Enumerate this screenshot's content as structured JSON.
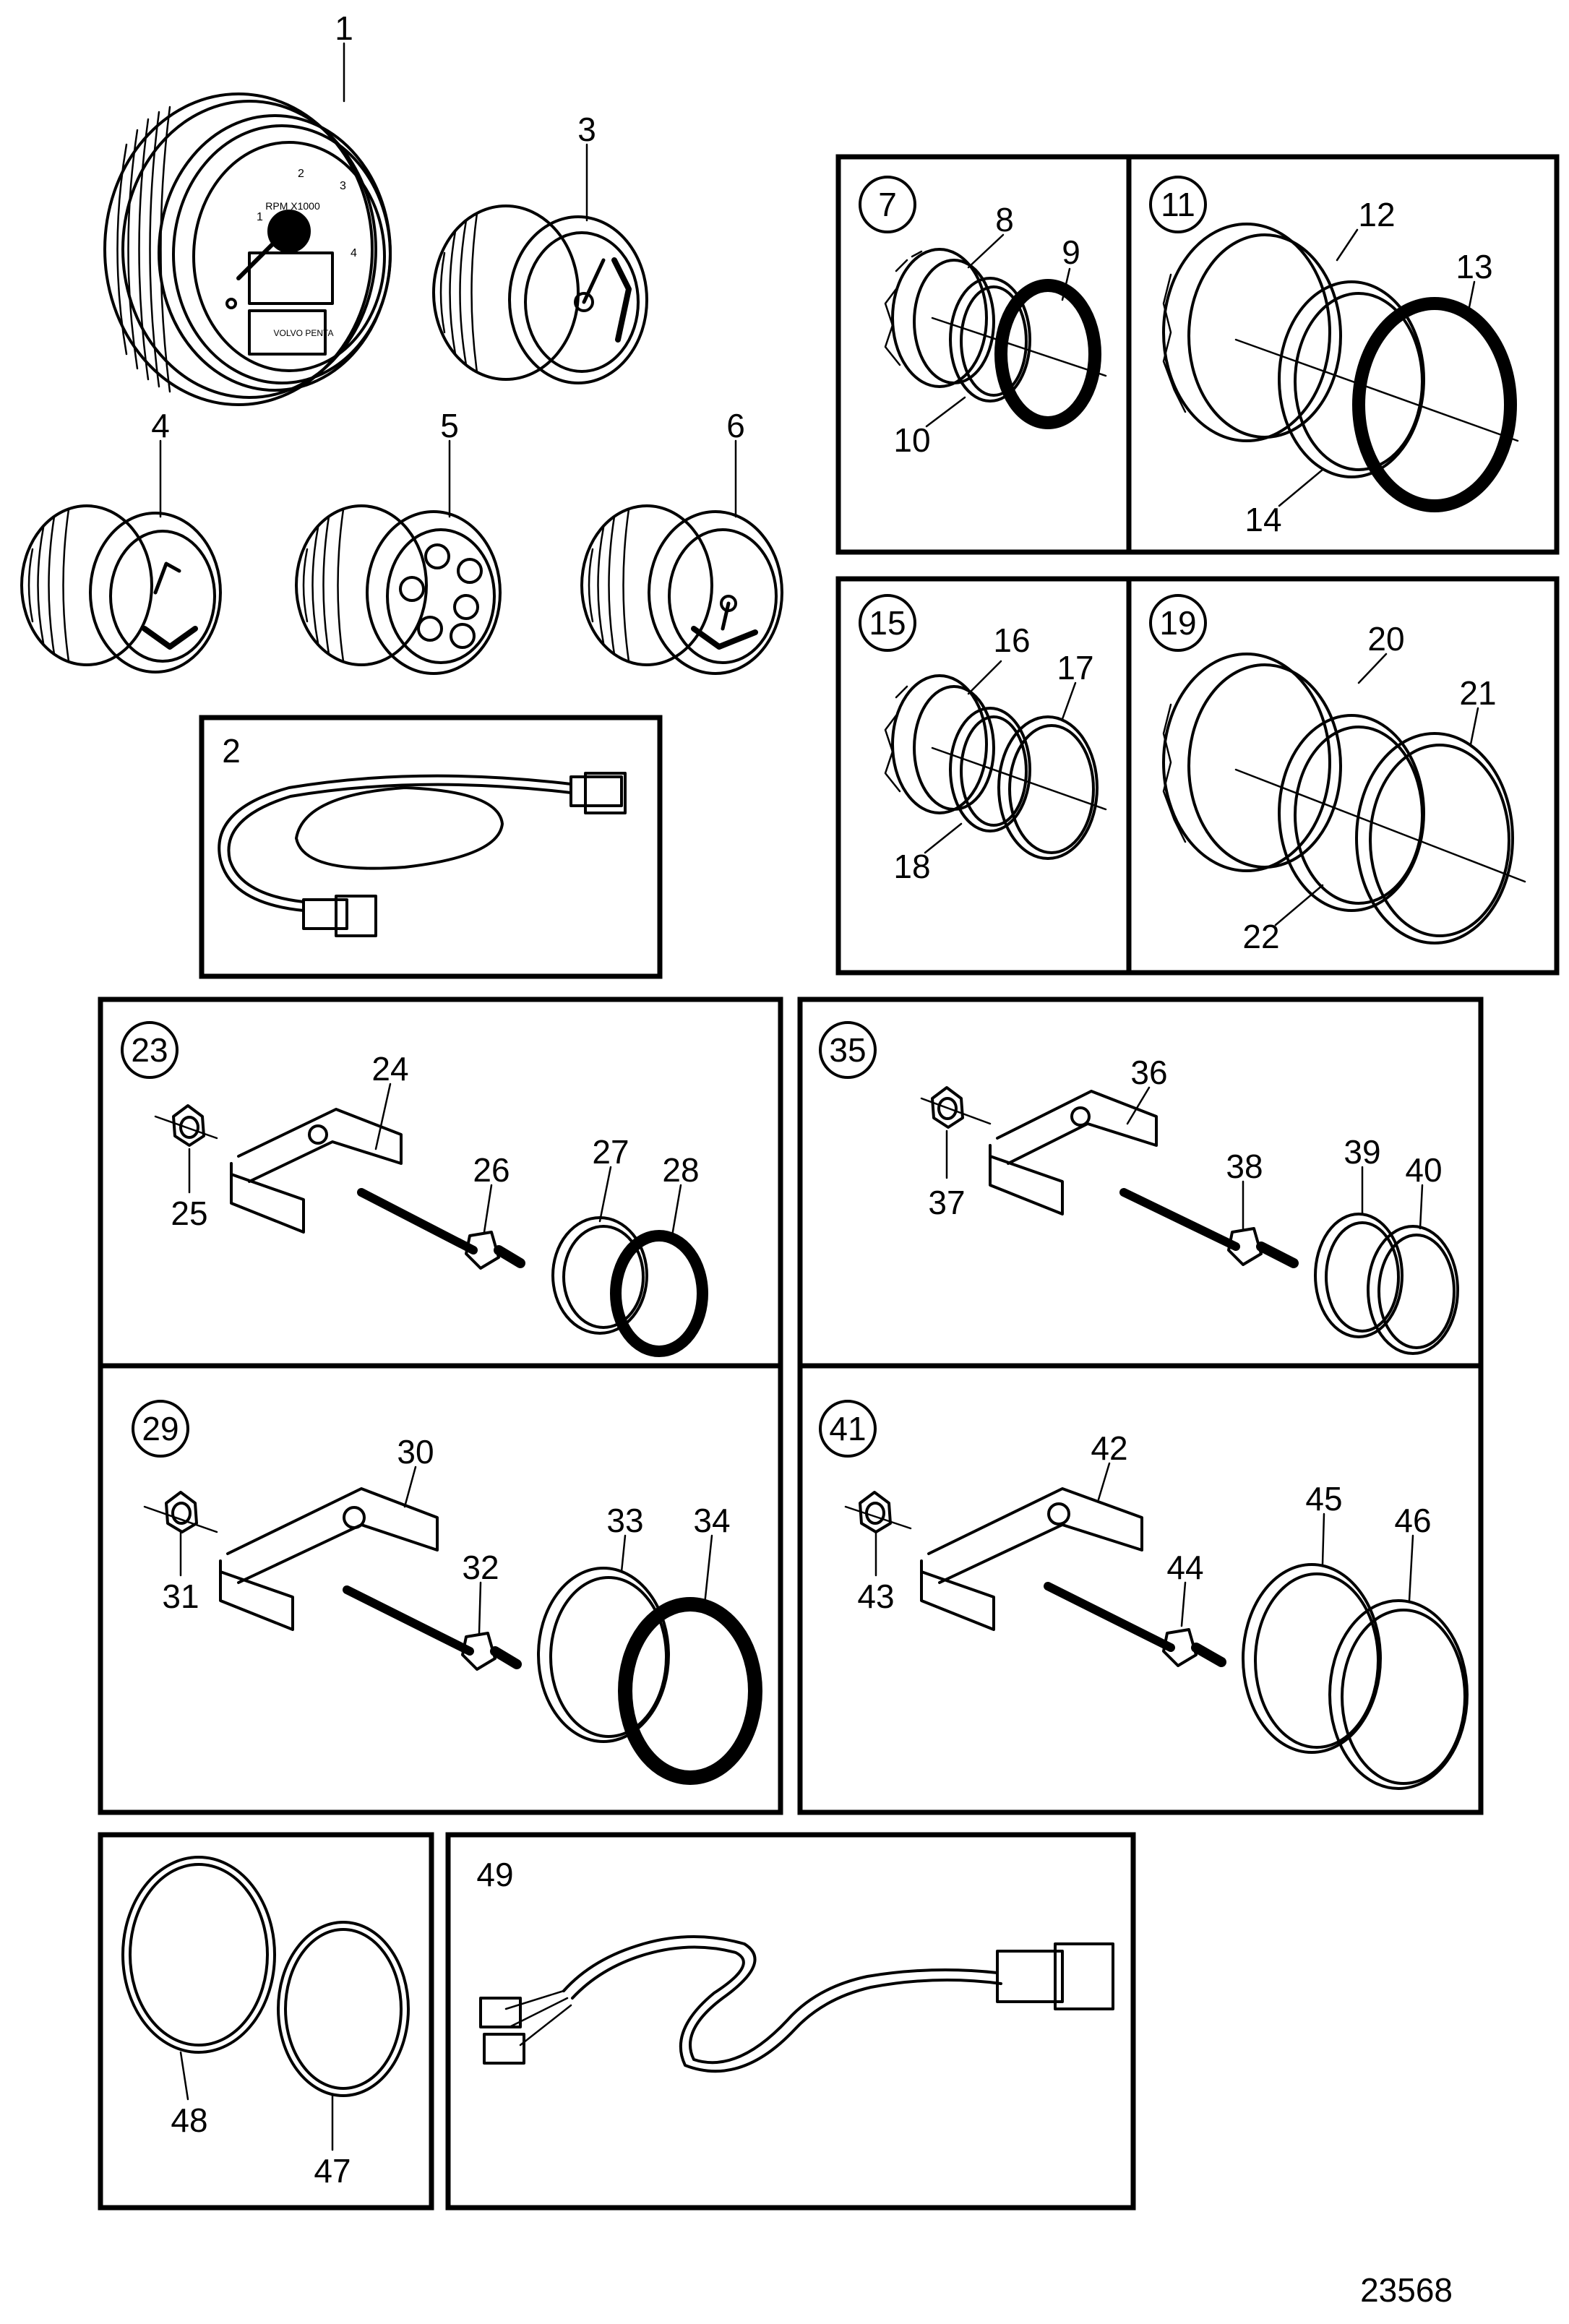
{
  "diagram": {
    "drawing_number": "23568",
    "gauge_faces": {
      "tach_unit": "RPM X1000",
      "tach_scale": [
        "1",
        "2",
        "3",
        "4"
      ],
      "brand": "VOLVO PENTA"
    },
    "callouts": [
      "1",
      "2",
      "3",
      "4",
      "5",
      "6",
      "7",
      "8",
      "9",
      "10",
      "11",
      "12",
      "13",
      "14",
      "15",
      "16",
      "17",
      "18",
      "19",
      "20",
      "21",
      "22",
      "23",
      "24",
      "25",
      "26",
      "27",
      "28",
      "29",
      "30",
      "31",
      "32",
      "33",
      "34",
      "35",
      "36",
      "37",
      "38",
      "39",
      "40",
      "41",
      "42",
      "43",
      "44",
      "45",
      "46",
      "47",
      "48",
      "49"
    ]
  }
}
